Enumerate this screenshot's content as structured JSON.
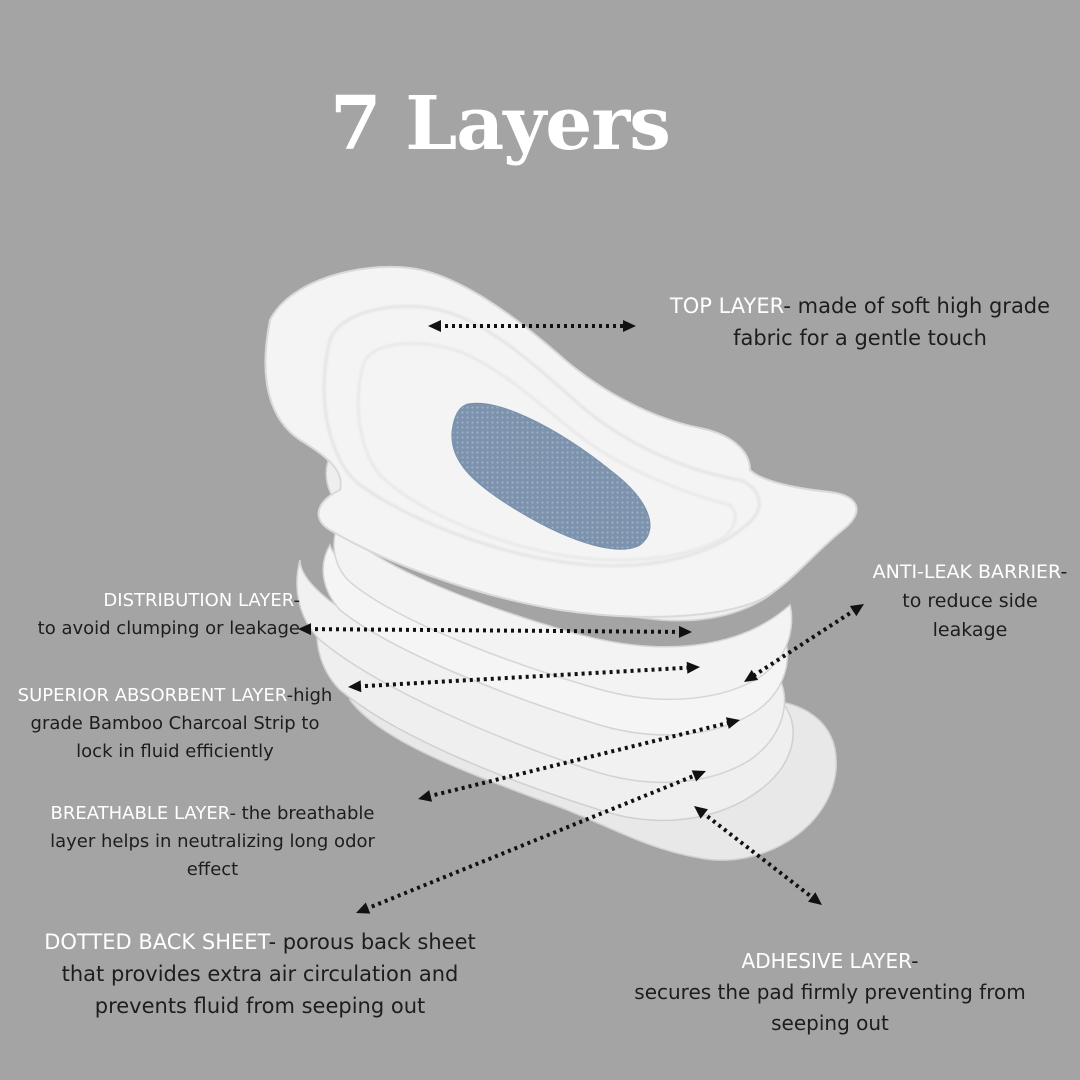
{
  "title": "7 Layers",
  "colors": {
    "background": "#a4a4a4",
    "pad": "#f2f2f2",
    "charcoal_strip": "#7f94ad",
    "label_name": "#ffffff",
    "label_text": "#1d1d1d",
    "arrow": "#111111"
  },
  "icons": {
    "pad": "sanitary-pad-illustration",
    "arrow": "dotted-double-arrow"
  },
  "layers": [
    {
      "id": "top",
      "name": "TOP LAYER",
      "lines": [
        "- made of soft high grade",
        "fabric for a gentle touch"
      ]
    },
    {
      "id": "antileak",
      "name": "ANTI-LEAK BARRIER",
      "lines": [
        "-",
        "to reduce side",
        "leakage"
      ]
    },
    {
      "id": "distribution",
      "name": "DISTRIBUTION LAYER",
      "lines": [
        "-",
        "to avoid clumping or leakage"
      ]
    },
    {
      "id": "superior",
      "name": "SUPERIOR ABSORBENT LAYER",
      "lines": [
        "-high",
        "grade Bamboo Charcoal Strip to",
        "lock in fluid efficiently"
      ]
    },
    {
      "id": "breathable",
      "name": "BREATHABLE LAYER",
      "lines": [
        "- the breathable",
        "layer helps in neutralizing long odor",
        "effect"
      ]
    },
    {
      "id": "dotted",
      "name": "DOTTED BACK SHEET",
      "lines": [
        "- porous back sheet",
        "that provides extra air circulation and",
        "prevents fluid from seeping out"
      ]
    },
    {
      "id": "adhesive",
      "name": "ADHESIVE LAYER",
      "lines": [
        "-",
        "secures the pad firmly preventing from",
        "seeping out"
      ]
    }
  ]
}
